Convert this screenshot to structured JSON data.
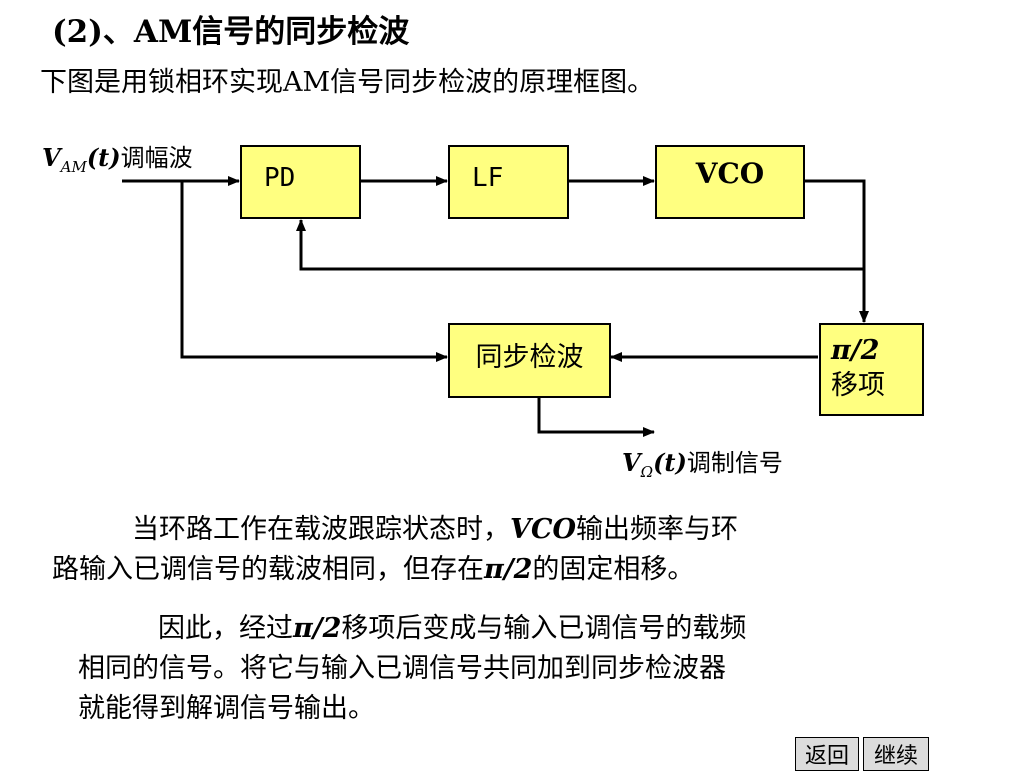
{
  "title": "(2)、AM信号的同步检波",
  "intro": "下图是用锁相环实现AM信号同步检波的原理框图。",
  "diagram": {
    "input_label": {
      "v": "V",
      "sub": "AM",
      "t": "(t)",
      "text": "调幅波"
    },
    "blocks": {
      "pd": "PD",
      "lf": "LF",
      "vco": "VCO",
      "sync": "同步检波",
      "shift_line1": "π/2",
      "shift_line2": "移项"
    },
    "output_label": {
      "v": "V",
      "sub": "Ω",
      "t": "(t)",
      "text": "调制信号"
    }
  },
  "paragraph1": {
    "a": "当环路工作在载波跟踪状态时，",
    "b": "VCO",
    "c": "输出频率与环",
    "d": "路输入已调信号的载波相同，但存在",
    "e": "π/2",
    "f": "的固定相移。"
  },
  "paragraph2": {
    "a": "因此，经过",
    "b": "π/2",
    "c": "移项后变成与输入已调信号的载频",
    "d": "相同的信号。将它与输入已调信号共同加到同步检波器",
    "e": "就能得到解调信号输出。"
  },
  "nav": {
    "back": "返回",
    "continue": "继续"
  }
}
